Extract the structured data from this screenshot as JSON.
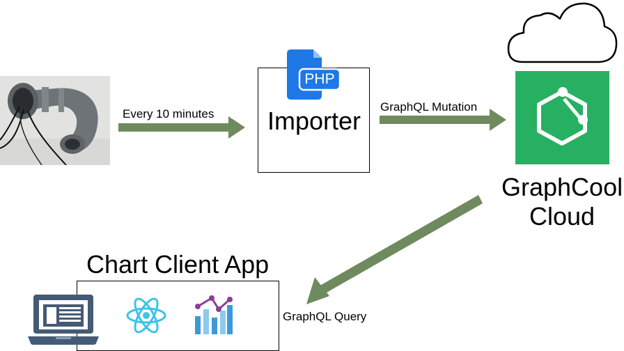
{
  "labels": {
    "trigger": "Every 10 minutes",
    "mutation": "GraphQL Mutation",
    "query": "GraphQL Query"
  },
  "nodes": {
    "importer": {
      "title": "Importer",
      "badge": "PHP"
    },
    "graphcool": {
      "title_line1": "GraphCool",
      "title_line2": "Cloud"
    },
    "client": {
      "title": "Chart Client App"
    }
  },
  "colors": {
    "arrow": "#6e8a5e",
    "graphcool_green": "#27b062",
    "php_blue": "#1e78e6",
    "react_blue": "#3cc4e8",
    "laptop": "#455a74",
    "bars_blue": "#3d9ad8",
    "line_purple": "#8a3e9a",
    "pipe_gray": "#6d7377"
  },
  "icons": {
    "sensor": "sensor-photo",
    "php": "php-file-icon",
    "cloud": "cloud-icon",
    "graphcool": "graphcool-logo-icon",
    "laptop": "laptop-icon",
    "react": "react-icon",
    "chart": "bar-chart-icon"
  }
}
